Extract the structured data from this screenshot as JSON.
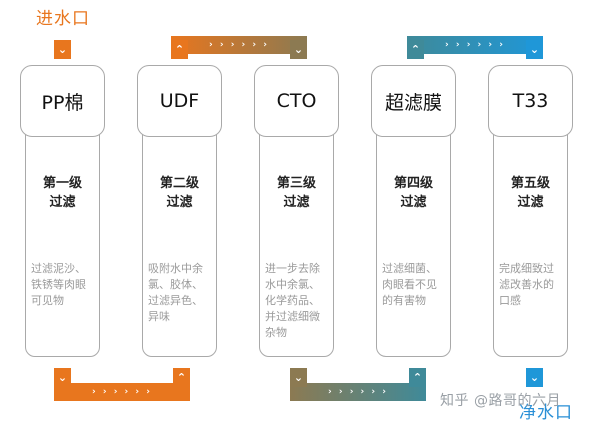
{
  "inlet_label": "进水口",
  "outlet_label": "净水口",
  "watermark": "知乎 @路哥的六月",
  "colors": {
    "orange": "#e8761e",
    "olive": "#8c7a52",
    "teal": "#3f8a99",
    "blue": "#1f97d8",
    "border": "#a9a9a9"
  },
  "stages": [
    {
      "name": "PP棉",
      "level": "第一级\n过滤",
      "desc": "过滤泥沙、铁锈等肉眼可见物"
    },
    {
      "name": "UDF",
      "level": "第二级\n过滤",
      "desc": "吸附水中余氯、胶体、过滤异色、异味"
    },
    {
      "name": "CTO",
      "level": "第三级\n过滤",
      "desc": "进一步去除水中余氯、化学药品、并过滤细微杂物"
    },
    {
      "name": "超滤膜",
      "level": "第四级\n过滤",
      "desc": "过滤细菌、肉眼看不见的有害物"
    },
    {
      "name": "T33",
      "level": "第五级\n过滤",
      "desc": "完成细致过滤改善水的口感"
    }
  ],
  "connector_glyph": "› › › › › ›",
  "icons": {
    "down": "chevron-down-icon",
    "up": "chevron-up-icon"
  }
}
